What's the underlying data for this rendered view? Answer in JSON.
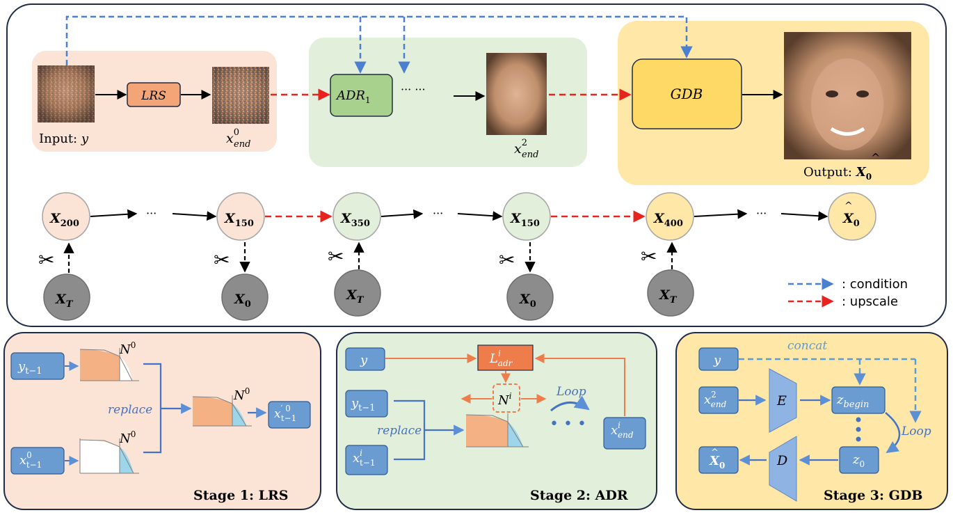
{
  "top": {
    "lrs": {
      "input_label": "Input: ",
      "input_var": "y",
      "block": "LRS",
      "out_base": "x",
      "out_sup": "0",
      "out_sub": "end"
    },
    "adr": {
      "block_base": "ADR",
      "block_sub": "1",
      "ellipsis": "··· ···",
      "out_base": "x",
      "out_sup": "2",
      "out_sub": "end"
    },
    "gdb": {
      "block": "GDB",
      "output_label": "Output: ",
      "output_var": "X",
      "output_sub": "0"
    }
  },
  "chain": {
    "nodes": [
      {
        "base": "X",
        "sub": "200"
      },
      {
        "base": "X",
        "sub": "150"
      },
      {
        "base": "X",
        "sub": "350"
      },
      {
        "base": "X",
        "sub": "150"
      },
      {
        "base": "X",
        "sub": "400"
      },
      {
        "base": "X",
        "sub": "0"
      }
    ],
    "ellipsis": "···",
    "gray_nodes": [
      {
        "base": "X",
        "sub": "T"
      },
      {
        "base": "X",
        "sub": "0"
      },
      {
        "base": "X",
        "sub": "T"
      },
      {
        "base": "X",
        "sub": "0"
      },
      {
        "base": "X",
        "sub": "T"
      }
    ],
    "scissors": "✂"
  },
  "legend": {
    "condition": ": condition",
    "upscale": ": upscale"
  },
  "stage1": {
    "title": "Stage 1: LRS",
    "y_base": "y",
    "y_sub": "t−1",
    "x_base": "x",
    "x_sup": "0",
    "x_sub": "t−1",
    "n_base": "N",
    "n_sup": "0",
    "replace": "replace",
    "out_base": "x",
    "out_sup": "′ 0",
    "out_sub": "t−1"
  },
  "stage2": {
    "title": "Stage 2: ADR",
    "y": "y",
    "l_base": "L",
    "l_sup": "i",
    "l_sub": "adr",
    "n_base": "N",
    "n_sup": "i",
    "loop": "Loop",
    "replace": "replace",
    "y_base": "y",
    "y_sub": "t−1",
    "x_base": "x",
    "x_sup": "i",
    "x_sub": "t−1",
    "xe_base": "x",
    "xe_sup": "i",
    "xe_sub": "end",
    "dots": "• • •"
  },
  "stage3": {
    "title": "Stage 3: GDB",
    "concat": "concat",
    "y": "y",
    "x_base": "x",
    "x_sup": "2",
    "x_sub": "end",
    "enc": "E",
    "dec": "D",
    "zb_base": "z",
    "zb_sub": "begin",
    "z0_base": "z",
    "z0_sub": "0",
    "loop": "Loop",
    "out_base": "X",
    "out_sub": "0"
  },
  "colors": {
    "lrs_bg": "#fbe3d6",
    "adr_bg": "#e2efda",
    "gdb_bg": "#ffe7a8",
    "condition": "#4a7fd1",
    "upscale": "#e8221c",
    "blue_box": "#6a9bd1",
    "orange": "#ee7d4b"
  }
}
